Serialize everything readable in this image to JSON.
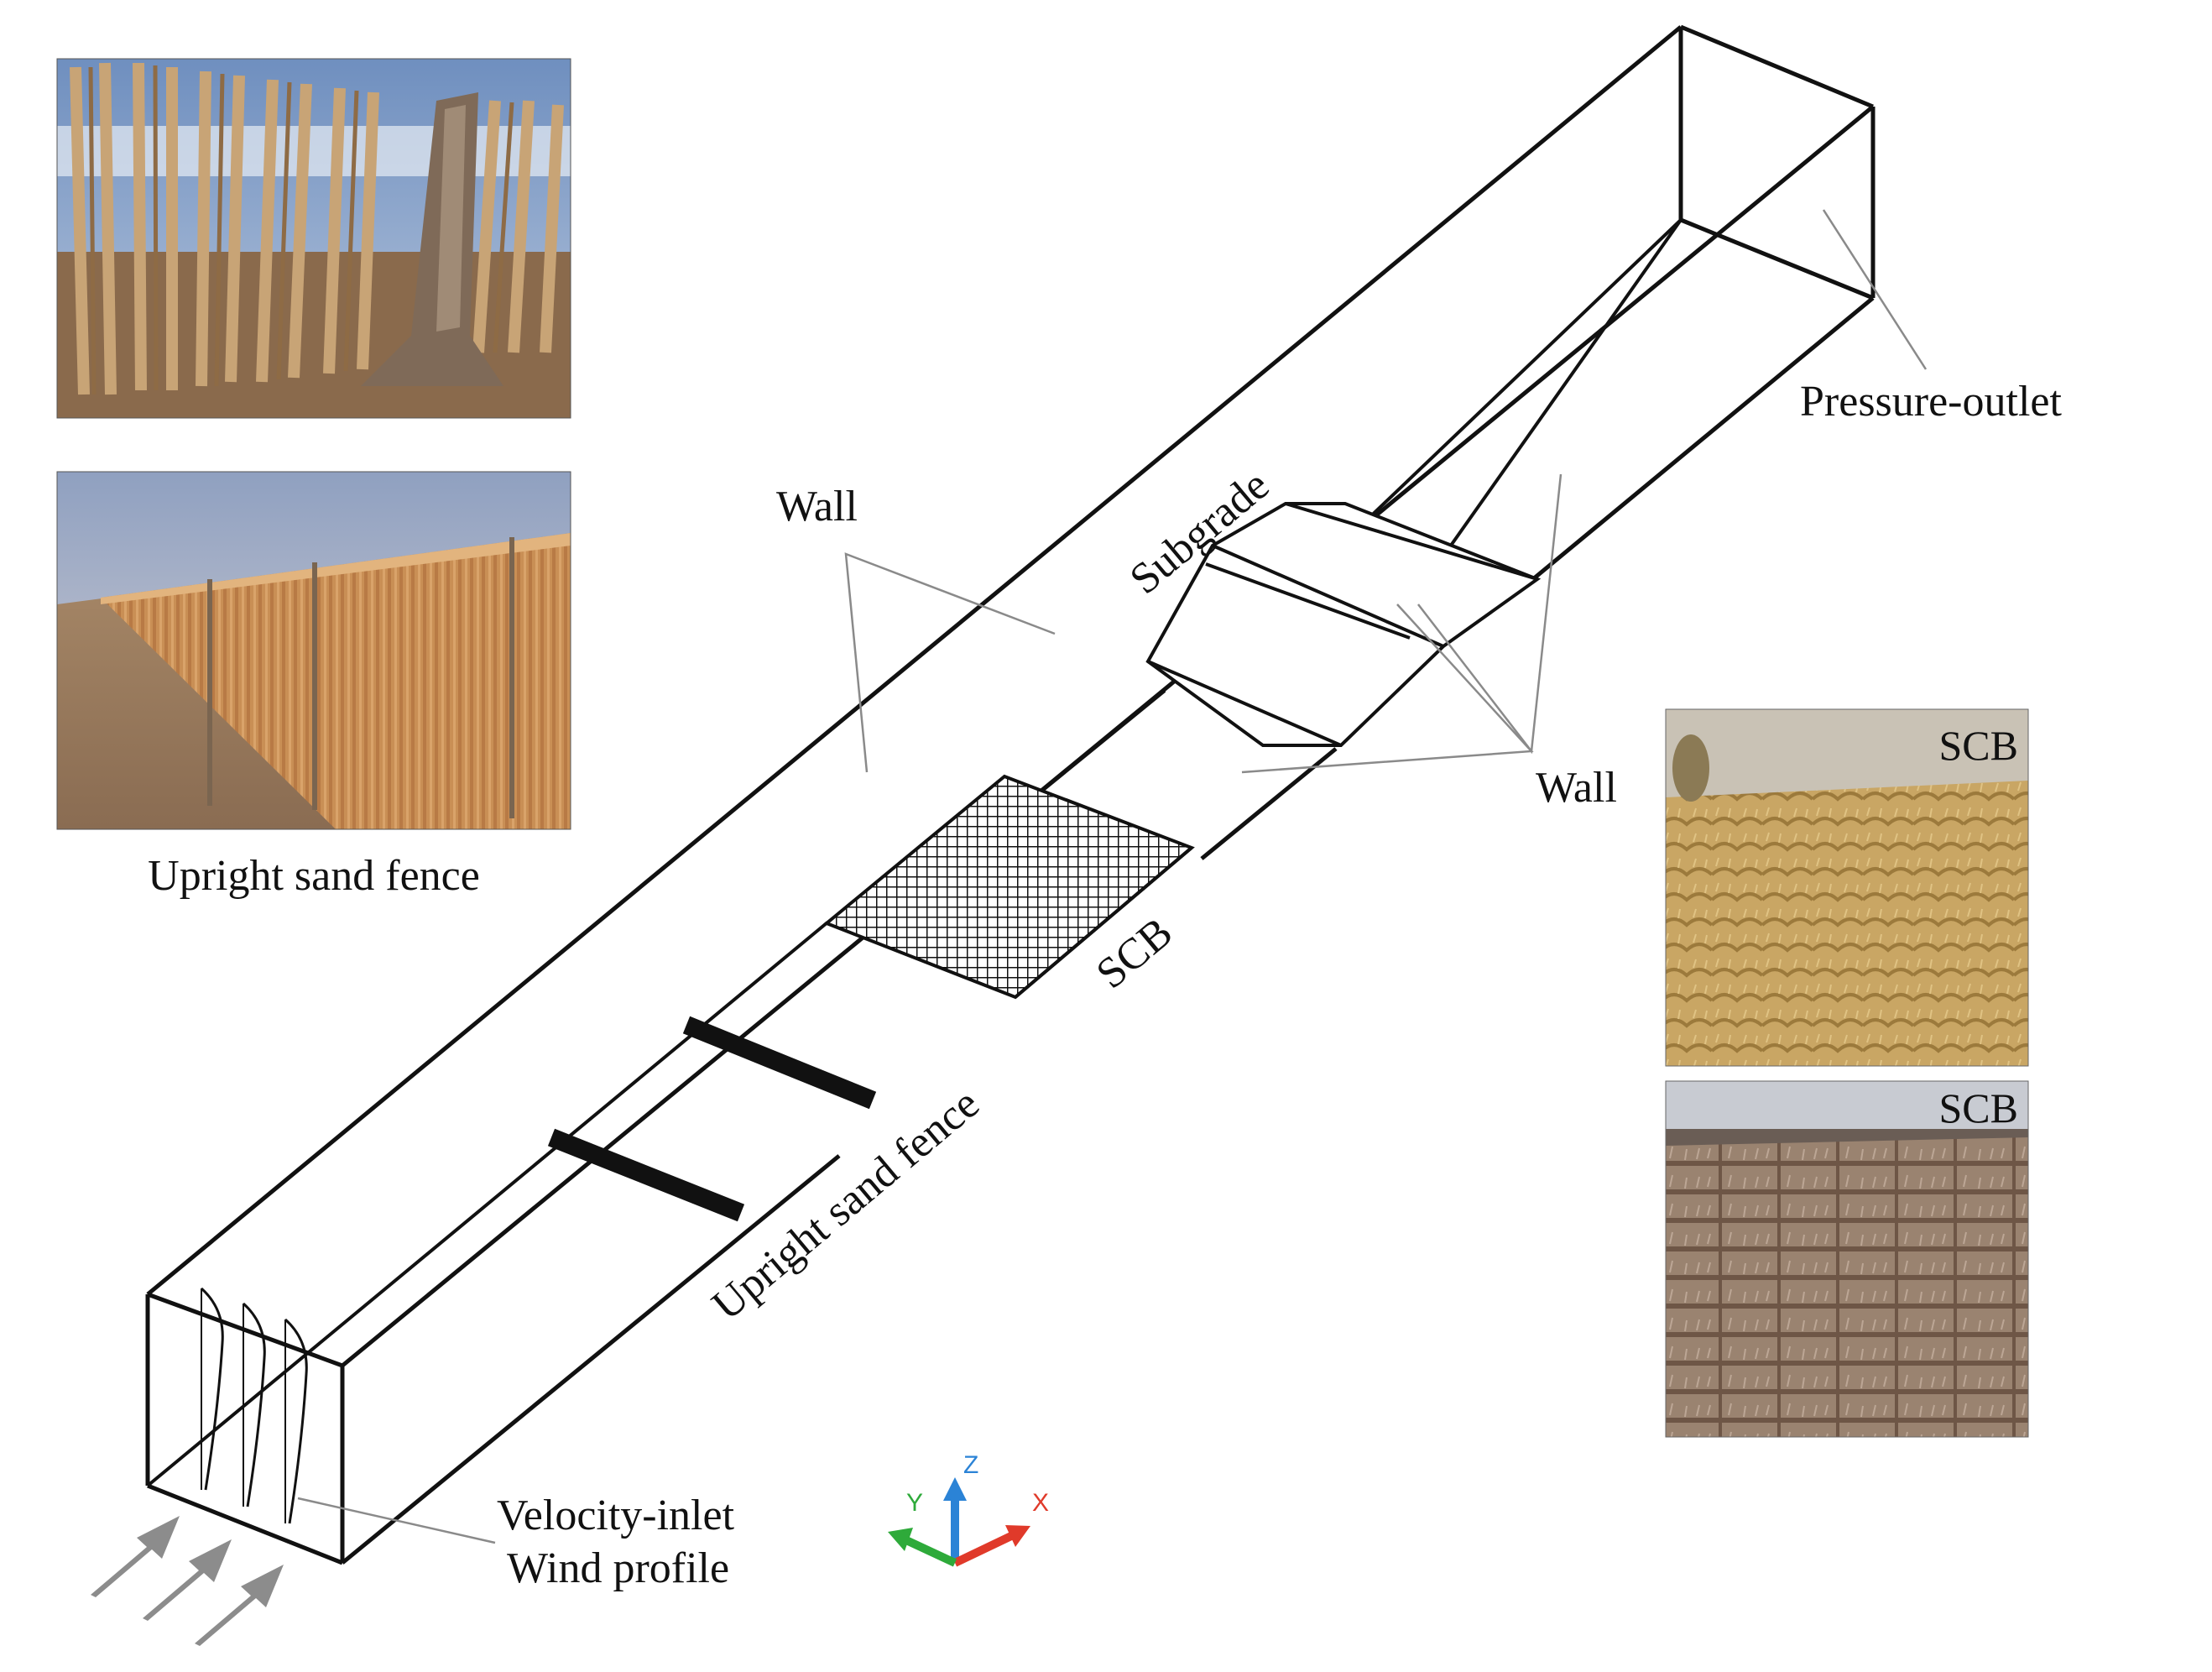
{
  "labels": {
    "wall_top": "Wall",
    "wall_right": "Wall",
    "subgrade": "Subgrade",
    "pressure_outlet": "Pressure-outlet",
    "scb_domain": "SCB",
    "upright_fence_domain": "Upright sand fence",
    "velocity_inlet": "Velocity-inlet",
    "wind_profile": "Wind profile"
  },
  "photos": {
    "fence_closeup": {
      "caption": ""
    },
    "fence_row": {
      "caption": "Upright sand fence"
    },
    "scb_top": {
      "tag": "SCB"
    },
    "scb_bottom": {
      "tag": "SCB"
    }
  },
  "axes": {
    "x": "X",
    "y": "Y",
    "z": "Z"
  },
  "colors": {
    "line": "#111111",
    "leader": "#8a8a8a",
    "arrow": "#8c8c8c",
    "axis_x": "#e03a2a",
    "axis_y": "#2eaa3a",
    "axis_z": "#2b83d6"
  }
}
